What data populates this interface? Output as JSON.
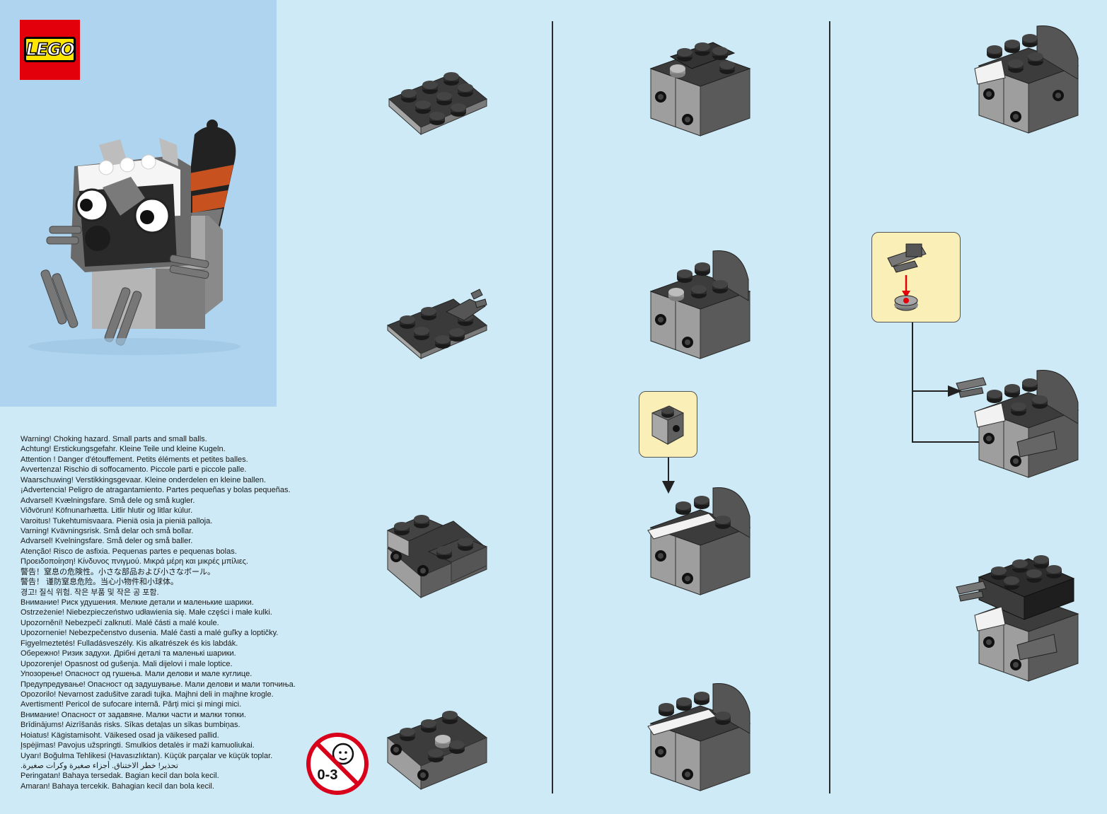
{
  "logo": {
    "brand": "LEGO"
  },
  "age_badge": {
    "label": "0-3"
  },
  "warnings": [
    "Warning! Choking hazard. Small parts and small balls.",
    "Achtung! Erstickungsgefahr. Kleine Teile und kleine Kugeln.",
    "Attention ! Danger d'étouffement. Petits éléments et petites balles.",
    "Avvertenza! Rischio di soffocamento. Piccole parti e piccole palle.",
    "Waarschuwing! Verstikkingsgevaar. Kleine onderdelen en kleine ballen.",
    "¡Advertencia! Peligro de atragantamiento. Partes pequeñas y bolas pequeñas.",
    "Advarsel! Kvælningsfare. Små dele og små kugler.",
    "Viðvörun! Köfnunarhætta. Litlir hlutir og litlar kúlur.",
    "Varoitus! Tukehtumisvaara. Pieniä osia ja pieniä palloja.",
    "Varning! Kvävningsrisk. Små delar och små bollar.",
    "Advarsel! Kvelningsfare. Små deler og små baller.",
    "Atenção! Risco de asfixia. Pequenas partes e pequenas bolas.",
    "Προειδοποίηση! Κίνδυνος πνιγμού. Μικρά μέρη και μικρές μπίλιες.",
    "警告！窒息の危険性。小さな部品および小さなボール。",
    "警告！ 谨防窒息危险。当心小物件和小球体。",
    "경고! 질식 위험. 작은 부품 및 작은 공 포함.",
    "Внимание! Риск удушения. Мелкие детали и маленькие шарики.",
    "Ostrzeżenie! Niebezpieczeństwo udławienia się. Małe części i małe kulki.",
    "Upozornění! Nebezpečí zalknutí. Malé části a malé koule.",
    "Upozornenie! Nebezpečenstvo dusenia. Malé časti a malé guľky a loptičky.",
    "Figyelmeztetés! Fulladásveszély. Kis alkatrészek és kis labdák.",
    "Обережно! Ризик задухи. Дрібні деталі та маленькі шарики.",
    "Upozorenje! Opasnost od gušenja. Mali dijelovi i male loptice.",
    "Упозорење! Опасност од гушења. Мали делови и мале куглице.",
    "Предупредување! Опасност од задушување. Мали делови и мали топчиња.",
    "Opozorilo! Nevarnost zadušitve zaradi tujka. Majhni deli in majhne krogle.",
    "Avertisment! Pericol de sufocare internă. Părți mici și mingi mici.",
    "Внимание! Опасност от задавяне. Малки части и малки топки.",
    "Brīdinājums! Aizrīšanās risks. Sīkas detaļas un sīkas bumbiņas.",
    "Hoiatus! Kägistamisoht. Väikesed osad ja väikesed pallid.",
    "Įspėjimas! Pavojus užspringti. Smulkios detalės ir maži kamuoliukai.",
    "Uyarı! Boğulma Tehlikesi (Havasızlıktan). Küçük parçalar ve küçük toplar.",
    "تحذير! خطر الاختناق. أجزاء صغيرة وكرات صغيرة.",
    "Peringatan! Bahaya tersedak. Bagian kecil dan bola kecil.",
    "Amaran! Bahaya tercekik. Bahagian kecil dan bola kecil."
  ],
  "colors": {
    "page_bg": "#cdeaf6",
    "cover_bg": "#aed4ef",
    "brick_light": "#a3a3a3",
    "brick_dark": "#5a5a5a",
    "brick_black": "#2a2a2a",
    "brick_white": "#f2f2f2",
    "callout_bg": "#fbefb8",
    "accent_red": "#e3000b"
  }
}
